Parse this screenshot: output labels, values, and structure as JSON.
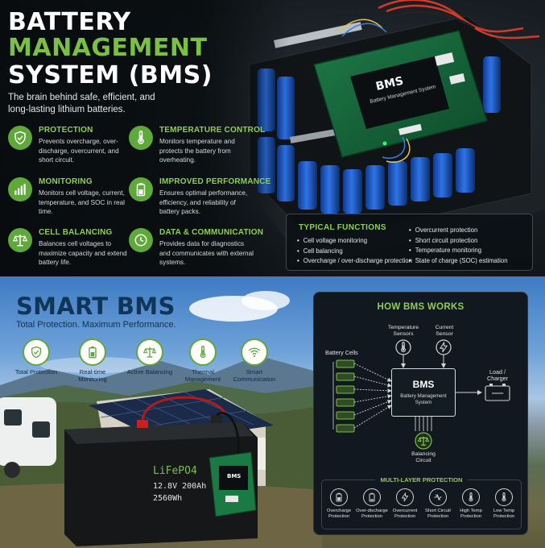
{
  "header": {
    "title_line1": "BATTERY",
    "title_line2": "MANAGEMENT",
    "title_line3": "SYSTEM (BMS)",
    "tagline": "The brain behind safe, efficient, and long-lasting lithium batteries."
  },
  "features": [
    {
      "icon": "shield-check-icon",
      "heading": "PROTECTION",
      "text": "Prevents overcharge, over-discharge, overcurrent, and short circuit."
    },
    {
      "icon": "thermometer-icon",
      "heading": "TEMPERATURE CONTROL",
      "text": "Monitors temperature and protects the battery from overheating."
    },
    {
      "icon": "bar-chart-icon",
      "heading": "MONITORING",
      "text": "Monitors cell voltage, current, temperature, and SOC in real time."
    },
    {
      "icon": "battery-icon",
      "heading": "IMPROVED PERFORMANCE",
      "text": "Ensures optimal performance, efficiency, and reliability of battery packs."
    },
    {
      "icon": "scale-icon",
      "heading": "CELL BALANCING",
      "text": "Balances cell voltages to maximize capacity and extend battery life."
    },
    {
      "icon": "clock-icon",
      "heading": "DATA & COMMUNICATION",
      "text": "Provides data for diagnostics and communicates with external systems."
    }
  ],
  "board": {
    "title": "BMS",
    "subtitle": "Battery Management System"
  },
  "typical_functions": {
    "heading": "TYPICAL FUNCTIONS",
    "col1": [
      "Cell voltage monitoring",
      "Cell balancing",
      "Overcharge / over-discharge protection"
    ],
    "col2": [
      "Overcurrent protection",
      "Short circuit protection",
      "Temperature monitoring",
      "State of charge (SOC) estimation"
    ]
  },
  "smart": {
    "title": "SMART BMS",
    "subtitle": "Total Protection. Maximum Performance.",
    "icons": [
      {
        "icon": "shield-check-icon",
        "label": "Total Protection"
      },
      {
        "icon": "battery-icon",
        "label": "Real-time Monitoring"
      },
      {
        "icon": "scale-icon",
        "label": "Active Balancing"
      },
      {
        "icon": "thermometer-icon",
        "label": "Thermal Management"
      },
      {
        "icon": "wifi-icon",
        "label": "Smart Communication"
      }
    ],
    "battery": {
      "brand": "LiFePO4",
      "spec1": "12.8V 200Ah",
      "spec2": "2560Wh",
      "board_label": "BMS"
    }
  },
  "how": {
    "heading": "HOW BMS WORKS",
    "temp_sensors": "Temperature Sensors",
    "current_sensor": "Current Sensor",
    "battery_cells": "Battery Cells",
    "bms_title": "BMS",
    "bms_sub": "Battery Management System",
    "load": "Load / Charger",
    "balancing": "Balancing Circuit",
    "mlp_heading": "MULTI-LAYER PROTECTION",
    "protections": [
      {
        "icon": "battery-icon",
        "label": "Overcharge Protection"
      },
      {
        "icon": "battery-low-icon",
        "label": "Over-discharge Protection"
      },
      {
        "icon": "bolt-icon",
        "label": "Overcurrent Protection"
      },
      {
        "icon": "short-circuit-icon",
        "label": "Short Circuit Protection"
      },
      {
        "icon": "thermometer-icon",
        "label": "High Temp Protection"
      },
      {
        "icon": "thermometer-icon",
        "label": "Low Temp Protection"
      }
    ]
  },
  "colors": {
    "accent": "#7ac142",
    "dark": "#111820",
    "navy": "#0f3658",
    "cell_blue": "#1f5fd1"
  }
}
